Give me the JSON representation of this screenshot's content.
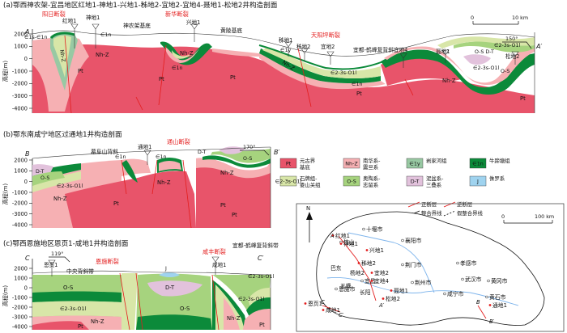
{
  "colors": {
    "Pt": "#e8546a",
    "NhZ": "#f6b0b3",
    "Ej": "#98c9a3",
    "Eb": "#0c8a3a",
    "EsOl": "#d8e6a8",
    "OS": "#a6d37e",
    "DT": "#e2c2dc",
    "J": "#9fd3ef",
    "fault": "#e31d1d",
    "grid": "#555555"
  },
  "sections": [
    {
      "id": "a",
      "title": "(a)鄂西神农架-宜昌地区红地1-神地1-兴地1-秭地2-宜地2-宜地4-聂地1-松地2井构造剖面",
      "end_left": "A",
      "end_right": "A′",
      "orientation": "150°",
      "scale_label": "10 km",
      "ylabel": "高程(m)",
      "yticks": [
        "2000",
        "1000",
        "0",
        "-1000",
        "-2000",
        "-3000",
        "-4000"
      ],
      "wells": [
        "红地1",
        "神地1",
        "兴地1",
        "秭地1",
        "秭地2",
        "宜地2",
        "宜地4",
        "聂地1",
        "松地2"
      ],
      "faults": [
        "阳日断裂",
        "新华断裂",
        "天阳坪断裂"
      ],
      "structures": [
        "神农架基底",
        "黄陵基底",
        "宜都-鹤峰复背斜"
      ],
      "units": [
        "Pt",
        "Nh-Z",
        "Nh-Z",
        "Pt",
        "Pt",
        "Nh-Z",
        "Nh-Z",
        "Pt",
        "Pt",
        "Nh-Z",
        "∈2-3s-O1l",
        "∈2-3s-O1l",
        "∈1s-∈1n",
        "∈1n",
        "∈1y",
        "∈1n",
        "∈1n",
        "O-S D-T",
        "O-S",
        "∈2-3s-O1l"
      ]
    },
    {
      "id": "b",
      "title": "(b)鄂东南咸宁地区过通地1井构造剖面",
      "end_left": "B",
      "end_right": "B′",
      "orientation": "170°",
      "ylabel": "高程(m)",
      "yticks": [
        "2000",
        "1000",
        "0",
        "-1000",
        "-2000",
        "-3000",
        "-4000"
      ],
      "wells": [
        "通地1"
      ],
      "faults": [
        "通山断裂"
      ],
      "structures": [
        "幕阜山背斜"
      ],
      "units": [
        "D-T",
        "O-S",
        "∈2-3s-O1l",
        "Nh-Z",
        "Pt",
        "∈1n",
        "∈1n",
        "Nh-Z",
        "Pt",
        "D-T",
        "O-S",
        "Nh-Z",
        "Pt"
      ]
    },
    {
      "id": "c",
      "title": "(c)鄂西恩施地区恩页1-咸地1井构造剖面",
      "end_left": "C",
      "end_right": "C′",
      "orientation": "119°",
      "ylabel": "高程(m)",
      "yticks": [
        "2000",
        "1000",
        "0",
        "-1000",
        "-2000",
        "-3000",
        "-4000"
      ],
      "wells": [
        "恩页1",
        "咸地1"
      ],
      "faults": [
        "恩施断裂",
        "咸丰断裂"
      ],
      "structures": [
        "中央背斜带",
        "宜都-鹤峰复背斜带"
      ],
      "units": [
        "O-S",
        "∈2-3s-O1l",
        "Nh-Z",
        "Pt",
        "J",
        "D-T",
        "O-S",
        "∈2-3s-O1l",
        "Nh-Z",
        "Pt",
        "∈2-3s-O1l"
      ]
    }
  ],
  "legend": [
    {
      "sym": "Pt",
      "label": "元古界基底",
      "color": "Pt"
    },
    {
      "sym": "Nh-Z",
      "label": "南华系-震旦系",
      "color": "NhZ"
    },
    {
      "sym": "∈1y",
      "label": "岩家河组",
      "color": "Ej"
    },
    {
      "sym": "∈1n",
      "label": "牛蹄塘组",
      "color": "Eb"
    },
    {
      "sym": "∈2-3s-O1l",
      "label": "石牌组-娄山关组",
      "color": "EsOl"
    },
    {
      "sym": "O-S",
      "label": "奥陶系-志留系",
      "color": "OS"
    },
    {
      "sym": "D-T",
      "label": "泥盆系-三叠系",
      "color": "DT"
    },
    {
      "sym": "J",
      "label": "侏罗系",
      "color": "J"
    }
  ],
  "legend_lines": [
    "正断层",
    "逆断层",
    "整合界线",
    "假整合界线"
  ],
  "map": {
    "north": "N",
    "scale_label": "100 km",
    "scale_zero": "0",
    "cities": [
      "十堰市",
      "竹山",
      "襄阳市",
      "荆门市",
      "孝感市",
      "宜昌",
      "荆州市",
      "武汉市",
      "黄冈市",
      "恩施市",
      "咸宁市",
      "黄石市"
    ],
    "wells": [
      "红地1",
      "神地1",
      "兴地1",
      "秭地2",
      "宜地2",
      "宜地4",
      "聂地1",
      "松地2",
      "恩页1",
      "咸地1",
      "通地1"
    ],
    "places": [
      "巴东",
      "杨地2",
      "长阳",
      "五峰"
    ],
    "line_ends": [
      "A",
      "A′",
      "B",
      "B′",
      "C",
      "C′"
    ]
  }
}
